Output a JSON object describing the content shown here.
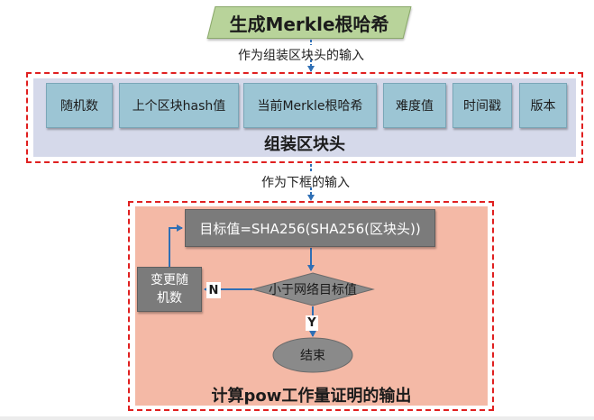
{
  "title": "生成Merkle根哈希",
  "edge_label_1": "作为组装区块头的输入",
  "block_header": {
    "fields": [
      "随机数",
      "上个区块hash值",
      "当前Merkle根哈希",
      "难度值",
      "时间戳",
      "版本"
    ],
    "title": "组装区块头"
  },
  "edge_label_2": "作为下框的输入",
  "pow": {
    "target_step": "目标值=SHA256(SHA256(区块头))",
    "decision": "小于网络目标值",
    "change_nonce": "变更随机数",
    "no_label": "N",
    "yes_label": "Y",
    "end": "结束",
    "title": "计算pow工作量证明的输出"
  },
  "colors": {
    "title_fill": "#b8d39a",
    "assemble_bg": "#d5d9ea",
    "field_fill": "#9cc5d4",
    "pow_bg": "#f4b9a6",
    "process_fill": "#7b7b7b",
    "dashed_border": "#e02020",
    "arrow": "#2f6fb5"
  }
}
